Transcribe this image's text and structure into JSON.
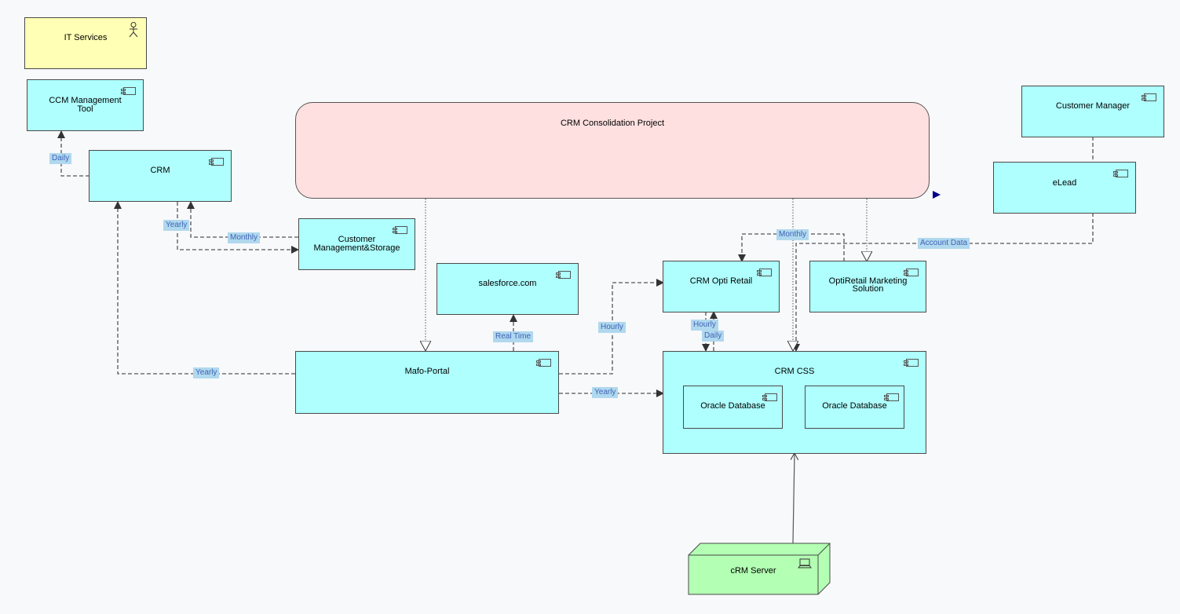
{
  "nodes": {
    "it_services": "IT Services",
    "ccm_line1": "CCM Management",
    "ccm_line2": "Tool",
    "crm": "CRM",
    "cms_line1": "Customer",
    "cms_line2": "Management&Storage",
    "crm_project": "CRM Consolidation Project",
    "customer_manager": "Customer Manager",
    "elead": "eLead",
    "salesforce": "salesforce.com",
    "crm_opti_retail": "CRM Opti Retail",
    "optiretail_line1": "OptiRetail Marketing",
    "optiretail_line2": "Solution",
    "mafo_portal": "Mafo-Portal",
    "crm_css": "CRM CSS",
    "oracle_db_1": "Oracle Database",
    "oracle_db_2": "Oracle Database",
    "crm_server": "cRM Server"
  },
  "edge_labels": {
    "daily_ccm": "Daily",
    "yearly_crm_cms": "Yearly",
    "monthly_cms_crm": "Monthly",
    "monthly_optiretail": "Monthly",
    "account_data": "Account Data",
    "hourly_mafo_opti": "Hourly",
    "hourly_opti_css": "Hourly",
    "daily_css_opti": "Daily",
    "real_time": "Real Time",
    "yearly_mafo_crm": "Yearly",
    "yearly_mafo_css": "Yearly"
  },
  "colors": {
    "component_fill": "#aefffe",
    "actor_fill": "#ffffb5",
    "project_fill": "#ffe0e0",
    "node_fill": "#b3ffb3",
    "label_fill": "#b0d8ee",
    "label_text": "#3f64b8",
    "marker": "#00008b"
  },
  "icons": [
    "actor-icon",
    "component-icon",
    "device-icon",
    "triangle-marker-icon"
  ]
}
